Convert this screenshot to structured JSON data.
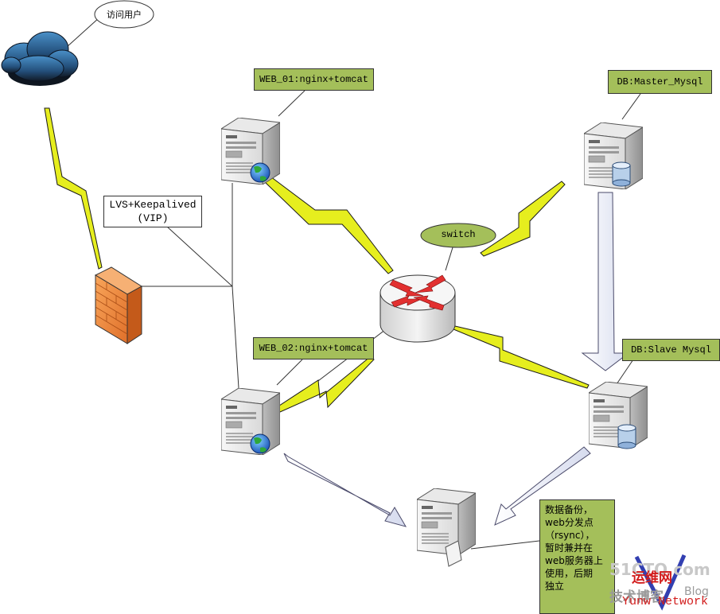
{
  "callouts": {
    "visit_user": "访问用户",
    "lvs_line1": "LVS+Keepalived",
    "lvs_line2": "(VIP)",
    "web01": "WEB_01:nginx+tomcat",
    "web02": "WEB_02:nginx+tomcat",
    "db_master": "DB:Master_Mysql",
    "db_slave": "DB:Slave Mysql",
    "switch": "switch",
    "backup_note": "数据备份，\nweb分发点\n（rsync），\n暂时兼并在\nweb服务器上\n使用，后期\n独立"
  },
  "watermark": {
    "site": "51CTO.com",
    "zh_line": "技术博客",
    "blog": "Blog",
    "brand_zh": "运维网",
    "brand_en": "Yunw Network"
  },
  "colors": {
    "callout_green": "#a4bf5a",
    "lightning_yellow": "#e6ee1e",
    "firewall_orange": "#f08a3c",
    "router_red": "#e23030",
    "arrow_fill": "#e9ecf6"
  },
  "icons": [
    "cloud-icon",
    "firewall-icon",
    "web-server-icon",
    "globe-icon",
    "router-icon",
    "database-server-icon",
    "backup-server-icon"
  ]
}
